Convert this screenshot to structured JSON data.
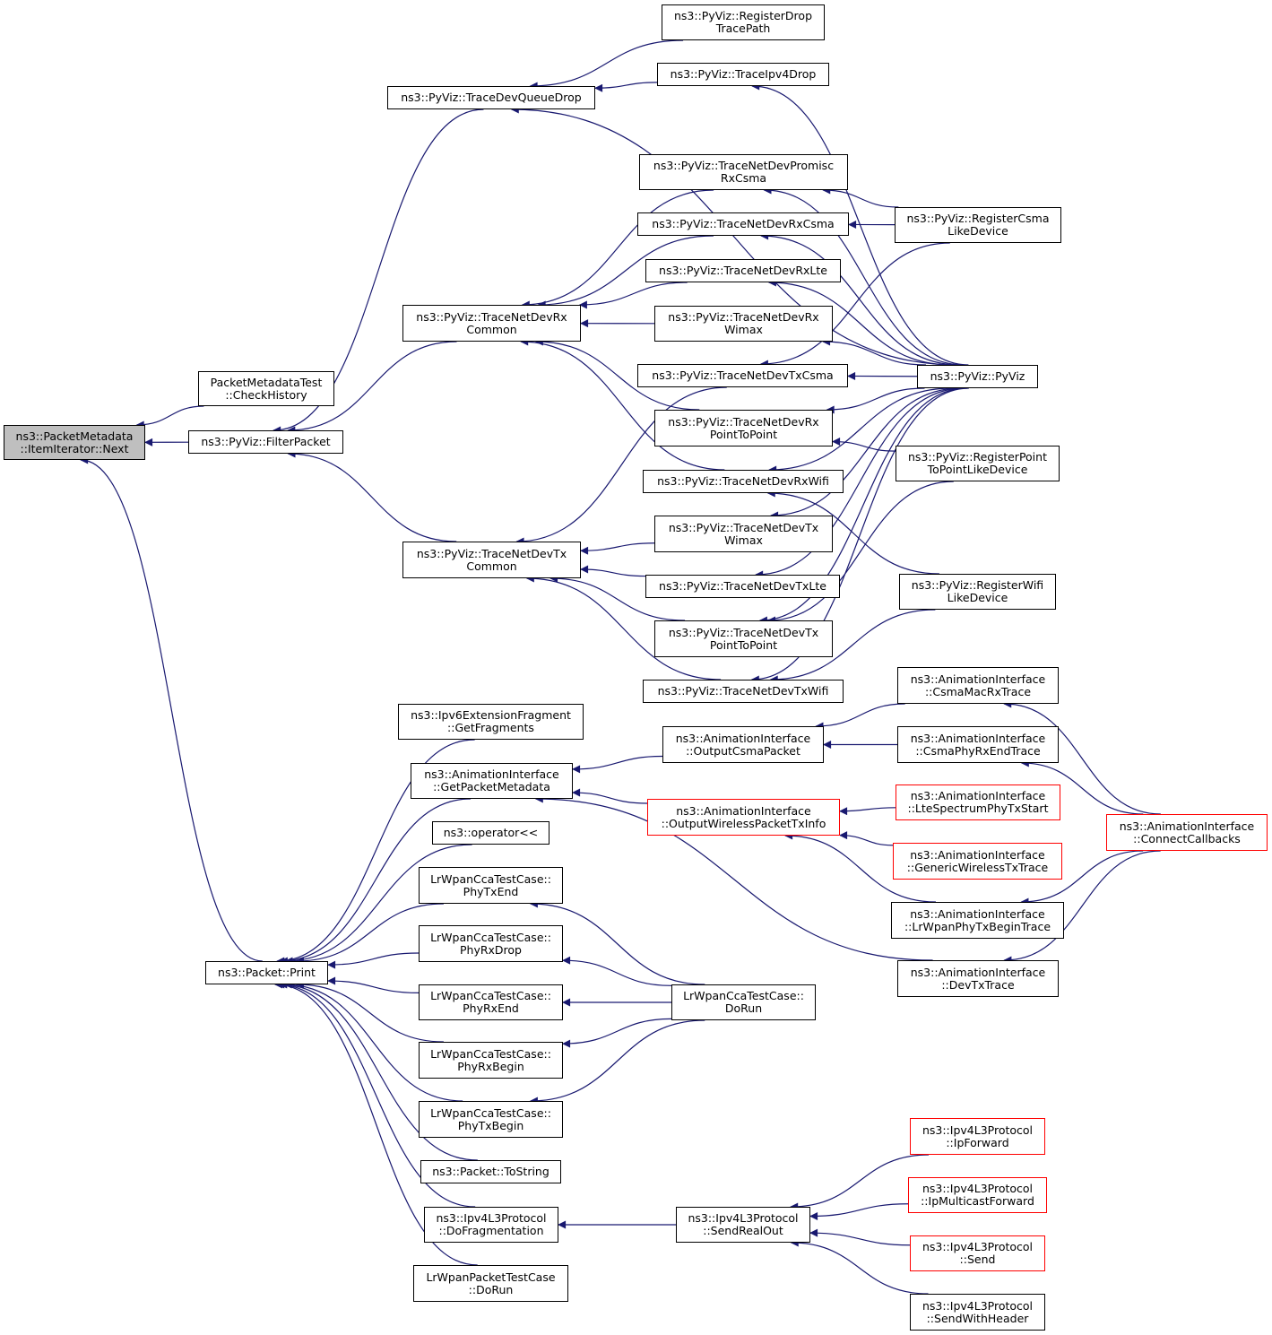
{
  "diagram": {
    "edge_color": "#191970",
    "node_border_color": "#000000",
    "truncated_node_border_color": "#ff0000",
    "root_fill_color": "#bfbfbf",
    "nodes": {
      "root": {
        "line1": "ns3::PacketMetadata",
        "line2": "::ItemIterator::Next"
      },
      "checkHistory": {
        "line1": "PacketMetadataTest",
        "line2": "::CheckHistory"
      },
      "filterPacket": {
        "line1": "ns3::PyViz::FilterPacket",
        "line2": ""
      },
      "packetPrint": {
        "line1": "ns3::Packet::Print",
        "line2": ""
      },
      "traceDevQueueDrop": {
        "line1": "ns3::PyViz::TraceDevQueueDrop",
        "line2": ""
      },
      "traceNetDevRxCommon": {
        "line1": "ns3::PyViz::TraceNetDevRx",
        "line2": "Common"
      },
      "traceNetDevTxCommon": {
        "line1": "ns3::PyViz::TraceNetDevTx",
        "line2": "Common"
      },
      "registerDropTracePath": {
        "line1": "ns3::PyViz::RegisterDrop",
        "line2": "TracePath"
      },
      "traceIpv4Drop": {
        "line1": "ns3::PyViz::TraceIpv4Drop",
        "line2": ""
      },
      "traceNetDevPromiscRxCsma": {
        "line1": "ns3::PyViz::TraceNetDevPromisc",
        "line2": "RxCsma"
      },
      "traceNetDevRxCsma": {
        "line1": "ns3::PyViz::TraceNetDevRxCsma",
        "line2": ""
      },
      "traceNetDevRxLte": {
        "line1": "ns3::PyViz::TraceNetDevRxLte",
        "line2": ""
      },
      "traceNetDevRxWimax": {
        "line1": "ns3::PyViz::TraceNetDevRx",
        "line2": "Wimax"
      },
      "traceNetDevTxCsma": {
        "line1": "ns3::PyViz::TraceNetDevTxCsma",
        "line2": ""
      },
      "traceNetDevRxPointToPoint": {
        "line1": "ns3::PyViz::TraceNetDevRx",
        "line2": "PointToPoint"
      },
      "traceNetDevRxWifi": {
        "line1": "ns3::PyViz::TraceNetDevRxWifi",
        "line2": ""
      },
      "traceNetDevTxWimax": {
        "line1": "ns3::PyViz::TraceNetDevTx",
        "line2": "Wimax"
      },
      "traceNetDevTxLte": {
        "line1": "ns3::PyViz::TraceNetDevTxLte",
        "line2": ""
      },
      "traceNetDevTxPointToPoint": {
        "line1": "ns3::PyViz::TraceNetDevTx",
        "line2": "PointToPoint"
      },
      "traceNetDevTxWifi": {
        "line1": "ns3::PyViz::TraceNetDevTxWifi",
        "line2": ""
      },
      "registerCsmaLikeDevice": {
        "line1": "ns3::PyViz::RegisterCsma",
        "line2": "LikeDevice"
      },
      "pyViz": {
        "line1": "ns3::PyViz::PyViz",
        "line2": ""
      },
      "registerPointToPointLikeDevice": {
        "line1": "ns3::PyViz::RegisterPoint",
        "line2": "ToPointLikeDevice"
      },
      "registerWifiLikeDevice": {
        "line1": "ns3::PyViz::RegisterWifi",
        "line2": "LikeDevice"
      },
      "ipv6GetFragments": {
        "line1": "ns3::Ipv6ExtensionFragment",
        "line2": "::GetFragments"
      },
      "getPacketMetadata": {
        "line1": "ns3::AnimationInterface",
        "line2": "::GetPacketMetadata"
      },
      "operatorShift": {
        "line1": "ns3::operator<<",
        "line2": ""
      },
      "phyTxEnd": {
        "line1": "LrWpanCcaTestCase::",
        "line2": "PhyTxEnd"
      },
      "phyRxDrop": {
        "line1": "LrWpanCcaTestCase::",
        "line2": "PhyRxDrop"
      },
      "phyRxEnd": {
        "line1": "LrWpanCcaTestCase::",
        "line2": "PhyRxEnd"
      },
      "phyRxBegin": {
        "line1": "LrWpanCcaTestCase::",
        "line2": "PhyRxBegin"
      },
      "phyTxBegin": {
        "line1": "LrWpanCcaTestCase::",
        "line2": "PhyTxBegin"
      },
      "packetToString": {
        "line1": "ns3::Packet::ToString",
        "line2": ""
      },
      "doFragmentation": {
        "line1": "ns3::Ipv4L3Protocol",
        "line2": "::DoFragmentation"
      },
      "lrWpanPacketDoRun": {
        "line1": "LrWpanPacketTestCase",
        "line2": "::DoRun"
      },
      "outputCsmaPacket": {
        "line1": "ns3::AnimationInterface",
        "line2": "::OutputCsmaPacket"
      },
      "outputWirelessPacketTxInfo": {
        "line1": "ns3::AnimationInterface",
        "line2": "::OutputWirelessPacketTxInfo"
      },
      "ccaDoRun": {
        "line1": "LrWpanCcaTestCase::",
        "line2": "DoRun"
      },
      "sendRealOut": {
        "line1": "ns3::Ipv4L3Protocol",
        "line2": "::SendRealOut"
      },
      "csmaMacRxTrace": {
        "line1": "ns3::AnimationInterface",
        "line2": "::CsmaMacRxTrace"
      },
      "csmaPhyRxEndTrace": {
        "line1": "ns3::AnimationInterface",
        "line2": "::CsmaPhyRxEndTrace"
      },
      "lteSpectrumPhyTxStart": {
        "line1": "ns3::AnimationInterface",
        "line2": "::LteSpectrumPhyTxStart"
      },
      "genericWirelessTxTrace": {
        "line1": "ns3::AnimationInterface",
        "line2": "::GenericWirelessTxTrace"
      },
      "lrWpanPhyTxBeginTrace": {
        "line1": "ns3::AnimationInterface",
        "line2": "::LrWpanPhyTxBeginTrace"
      },
      "devTxTrace": {
        "line1": "ns3::AnimationInterface",
        "line2": "::DevTxTrace"
      },
      "connectCallbacks": {
        "line1": "ns3::AnimationInterface",
        "line2": "::ConnectCallbacks"
      },
      "ipForward": {
        "line1": "ns3::Ipv4L3Protocol",
        "line2": "::IpForward"
      },
      "ipMulticastForward": {
        "line1": "ns3::Ipv4L3Protocol",
        "line2": "::IpMulticastForward"
      },
      "ipv4Send": {
        "line1": "ns3::Ipv4L3Protocol",
        "line2": "::Send"
      },
      "sendWithHeader": {
        "line1": "ns3::Ipv4L3Protocol",
        "line2": "::SendWithHeader"
      }
    },
    "edges": [
      [
        "checkHistory",
        "root"
      ],
      [
        "filterPacket",
        "root"
      ],
      [
        "packetPrint",
        "root"
      ],
      [
        "traceDevQueueDrop",
        "filterPacket"
      ],
      [
        "traceNetDevRxCommon",
        "filterPacket"
      ],
      [
        "traceNetDevTxCommon",
        "filterPacket"
      ],
      [
        "registerDropTracePath",
        "traceDevQueueDrop"
      ],
      [
        "traceIpv4Drop",
        "traceDevQueueDrop"
      ],
      [
        "pyViz",
        "traceDevQueueDrop"
      ],
      [
        "traceNetDevPromiscRxCsma",
        "traceNetDevRxCommon"
      ],
      [
        "traceNetDevRxCsma",
        "traceNetDevRxCommon"
      ],
      [
        "traceNetDevRxLte",
        "traceNetDevRxCommon"
      ],
      [
        "traceNetDevRxWimax",
        "traceNetDevRxCommon"
      ],
      [
        "traceNetDevRxPointToPoint",
        "traceNetDevRxCommon"
      ],
      [
        "traceNetDevRxWifi",
        "traceNetDevRxCommon"
      ],
      [
        "traceNetDevTxCsma",
        "traceNetDevTxCommon"
      ],
      [
        "traceNetDevTxWimax",
        "traceNetDevTxCommon"
      ],
      [
        "traceNetDevTxLte",
        "traceNetDevTxCommon"
      ],
      [
        "traceNetDevTxPointToPoint",
        "traceNetDevTxCommon"
      ],
      [
        "traceNetDevTxWifi",
        "traceNetDevTxCommon"
      ],
      [
        "pyViz",
        "traceIpv4Drop"
      ],
      [
        "registerCsmaLikeDevice",
        "traceNetDevPromiscRxCsma"
      ],
      [
        "pyViz",
        "traceNetDevPromiscRxCsma"
      ],
      [
        "registerCsmaLikeDevice",
        "traceNetDevRxCsma"
      ],
      [
        "pyViz",
        "traceNetDevRxCsma"
      ],
      [
        "pyViz",
        "traceNetDevRxLte"
      ],
      [
        "pyViz",
        "traceNetDevRxWimax"
      ],
      [
        "registerCsmaLikeDevice",
        "traceNetDevTxCsma"
      ],
      [
        "pyViz",
        "traceNetDevTxCsma"
      ],
      [
        "registerPointToPointLikeDevice",
        "traceNetDevRxPointToPoint"
      ],
      [
        "pyViz",
        "traceNetDevRxPointToPoint"
      ],
      [
        "registerWifiLikeDevice",
        "traceNetDevRxWifi"
      ],
      [
        "pyViz",
        "traceNetDevRxWifi"
      ],
      [
        "pyViz",
        "traceNetDevTxWimax"
      ],
      [
        "pyViz",
        "traceNetDevTxLte"
      ],
      [
        "registerPointToPointLikeDevice",
        "traceNetDevTxPointToPoint"
      ],
      [
        "pyViz",
        "traceNetDevTxPointToPoint"
      ],
      [
        "registerWifiLikeDevice",
        "traceNetDevTxWifi"
      ],
      [
        "pyViz",
        "traceNetDevTxWifi"
      ],
      [
        "ipv6GetFragments",
        "packetPrint"
      ],
      [
        "getPacketMetadata",
        "packetPrint"
      ],
      [
        "operatorShift",
        "packetPrint"
      ],
      [
        "phyTxEnd",
        "packetPrint"
      ],
      [
        "phyRxDrop",
        "packetPrint"
      ],
      [
        "phyRxEnd",
        "packetPrint"
      ],
      [
        "phyRxBegin",
        "packetPrint"
      ],
      [
        "phyTxBegin",
        "packetPrint"
      ],
      [
        "packetToString",
        "packetPrint"
      ],
      [
        "doFragmentation",
        "packetPrint"
      ],
      [
        "lrWpanPacketDoRun",
        "packetPrint"
      ],
      [
        "outputCsmaPacket",
        "getPacketMetadata"
      ],
      [
        "outputWirelessPacketTxInfo",
        "getPacketMetadata"
      ],
      [
        "devTxTrace",
        "getPacketMetadata"
      ],
      [
        "csmaMacRxTrace",
        "outputCsmaPacket"
      ],
      [
        "csmaPhyRxEndTrace",
        "outputCsmaPacket"
      ],
      [
        "lteSpectrumPhyTxStart",
        "outputWirelessPacketTxInfo"
      ],
      [
        "genericWirelessTxTrace",
        "outputWirelessPacketTxInfo"
      ],
      [
        "lrWpanPhyTxBeginTrace",
        "outputWirelessPacketTxInfo"
      ],
      [
        "connectCallbacks",
        "csmaMacRxTrace"
      ],
      [
        "connectCallbacks",
        "csmaPhyRxEndTrace"
      ],
      [
        "connectCallbacks",
        "lrWpanPhyTxBeginTrace"
      ],
      [
        "connectCallbacks",
        "devTxTrace"
      ],
      [
        "ccaDoRun",
        "phyTxEnd"
      ],
      [
        "ccaDoRun",
        "phyRxDrop"
      ],
      [
        "ccaDoRun",
        "phyRxEnd"
      ],
      [
        "ccaDoRun",
        "phyRxBegin"
      ],
      [
        "ccaDoRun",
        "phyTxBegin"
      ],
      [
        "sendRealOut",
        "doFragmentation"
      ],
      [
        "ipForward",
        "sendRealOut"
      ],
      [
        "ipMulticastForward",
        "sendRealOut"
      ],
      [
        "ipv4Send",
        "sendRealOut"
      ],
      [
        "sendWithHeader",
        "sendRealOut"
      ]
    ]
  }
}
